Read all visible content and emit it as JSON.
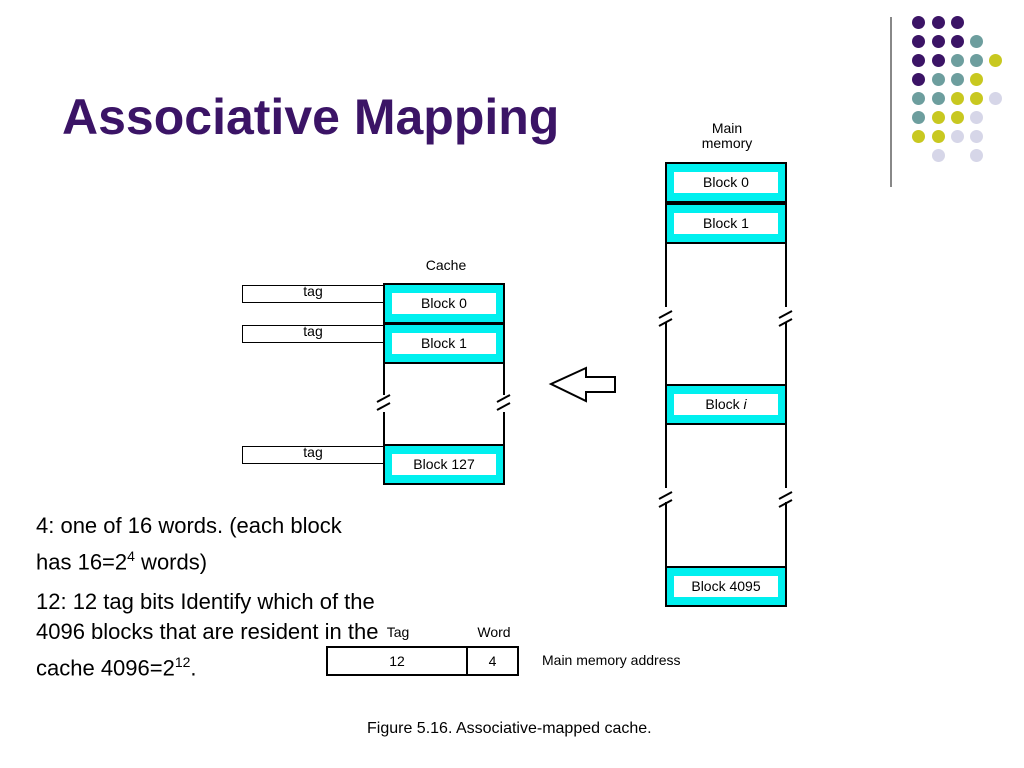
{
  "title": "Associative Mapping",
  "main_memory": {
    "label_line1": "Main",
    "label_line2": "memory",
    "blocks": [
      "Block 0",
      "Block 1"
    ],
    "block_i_prefix": "Block ",
    "block_i_var": "i",
    "block_last": "Block 4095"
  },
  "cache": {
    "label": "Cache",
    "tag_label": "tag",
    "blocks": [
      "Block 0",
      "Block 1",
      "Block 127"
    ]
  },
  "notes": {
    "note1_part1": "4: one of 16 words. (each block has 16=2",
    "note1_sup": "4",
    "note1_part2": " words)",
    "note2_part1": "12: 12 tag bits Identify which of the 4096 blocks that are resident in the cache 4096=2",
    "note2_sup": "12",
    "note2_part2": "."
  },
  "address": {
    "tag_header": "Tag",
    "word_header": "Word",
    "tag_value": "12",
    "word_value": "4",
    "caption": "Main memory address"
  },
  "figure_caption": "Figure 5.16. Associative-mapped cache.",
  "colors": {
    "title": "#3b1466",
    "block_fill": "#00f0ef",
    "dot_purple": "#3b1466",
    "dot_teal": "#6d9e9e",
    "dot_yellow": "#c8c820",
    "dot_lavender": "#d6d6e8"
  }
}
